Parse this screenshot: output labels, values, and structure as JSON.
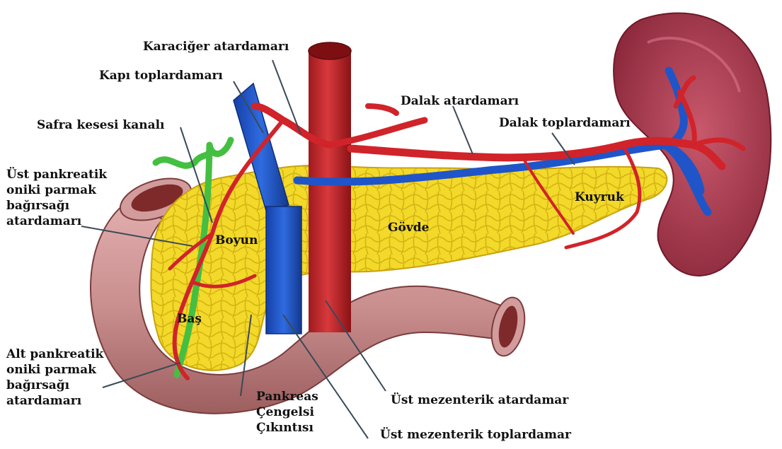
{
  "labels": {
    "hepatic_artery": "Karaciğer atardamarı",
    "portal_vein": "Kapı toplardamarı",
    "bile_duct": "Safra kesesi kanalı",
    "splenic_artery": "Dalak atardamarı",
    "splenic_vein": "Dalak toplardamarı",
    "sup_pd_artery": [
      "Üst pankreatik",
      "oniki parmak",
      "bağırsağı",
      "atardamarı"
    ],
    "inf_pd_artery": [
      "Alt pankreatik",
      "oniki parmak",
      "bağırsağı",
      "atardamarı"
    ],
    "neck": "Boyun",
    "body": "Gövde",
    "tail": "Kuyruk",
    "head": "Baş",
    "uncinate": [
      "Pankreas",
      "Çengelsi",
      "Çıkıntısı"
    ],
    "sma": "Üst mezenterik atardamar",
    "smv": "Üst mezenterik toplardamar"
  },
  "colors": {
    "pancreas": "#f3dd2a",
    "pancreas_shade": "#d8b614",
    "artery": "#d1232a",
    "artery_dark": "#8f0f14",
    "vein": "#1f55c9",
    "duct": "#4cc24a",
    "duodenum": "#c98e8e",
    "duodenum_dark": "#8e4a4a",
    "spleen": "#a3384c",
    "spleen_light": "#c45468",
    "leader": "#3a4a58"
  }
}
